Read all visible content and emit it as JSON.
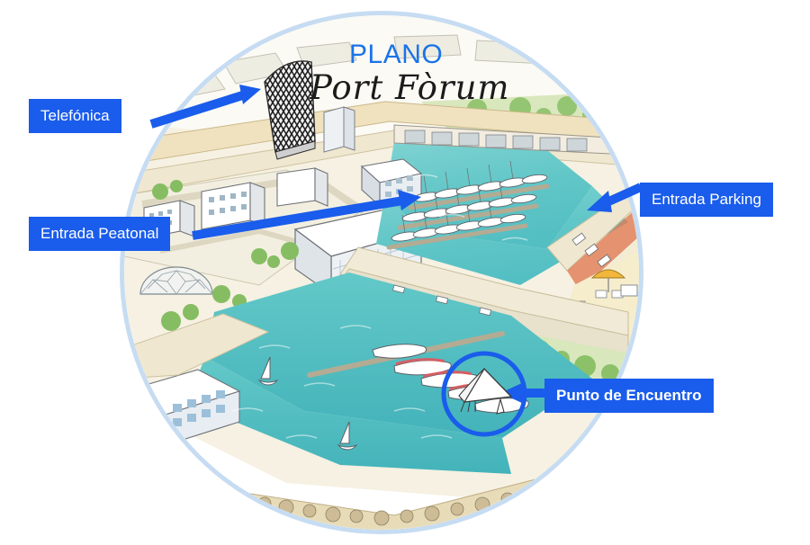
{
  "page": {
    "background": "#ffffff",
    "accent_blue": "#1a5ceb",
    "title_blue": "#1a73e8",
    "ring_blue": "#c6dcf2"
  },
  "title": {
    "line1": "PLANO",
    "line2": "Port Fòrum"
  },
  "labels": [
    {
      "id": "telefonica",
      "text": "Telefónica",
      "bold": false
    },
    {
      "id": "entrada-peatonal",
      "text": "Entrada Peatonal",
      "bold": false
    },
    {
      "id": "entrada-parking",
      "text": "Entrada Parking",
      "bold": false
    },
    {
      "id": "punto-encuentro",
      "text": "Punto de Encuentro",
      "bold": true
    }
  ],
  "markers": [
    {
      "id": "meeting-point-circle",
      "shape": "circle",
      "note": "blue ring around white tent / canopy"
    }
  ],
  "map": {
    "type": "illustrated-aerial-map",
    "subject": "Port Fòrum marina, Barcelona",
    "features": [
      "telefonica-tower",
      "marina-upper-docks",
      "marina-lower-docks",
      "sailboats",
      "yachts",
      "beach-promenade",
      "parking-lot",
      "geodesic-dome",
      "office-buildings",
      "breakwater",
      "roads",
      "trees"
    ]
  }
}
